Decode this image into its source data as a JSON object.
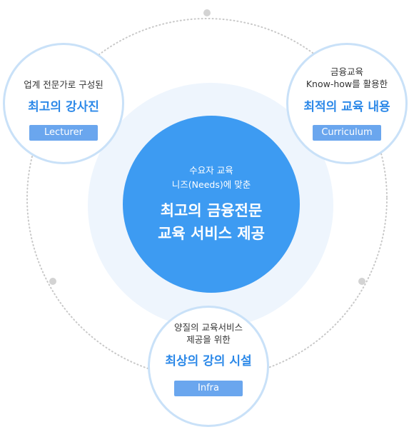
{
  "center": {
    "subtitle_line1": "수요자 교육",
    "subtitle_line2": "니즈(Needs)에 맞춘",
    "title_line1": "최고의 금융전문",
    "title_line2": "교육 서비스 제공"
  },
  "nodes": {
    "lecturer": {
      "subtitle_line1": "업계 전문가로 구성된",
      "title": "최고의 강사진",
      "button_label": "Lecturer"
    },
    "curriculum": {
      "subtitle_line1": "금융교육",
      "subtitle_line2": "Know-how를 활용한",
      "title": "최적의 교육 내용",
      "button_label": "Curriculum"
    },
    "infra": {
      "subtitle_line1": "양질의 교육서비스",
      "subtitle_line2": "제공을 위한",
      "title": "최상의 강의 시설",
      "button_label": "Infra"
    }
  },
  "colors": {
    "center_fill": "#3d9bf2",
    "halo_fill": "#eef5fd",
    "node_border": "#c9e1f8",
    "title_text": "#2b88e8",
    "button_fill": "#6aa6ee",
    "dotted_ring": "#c8c8c8"
  }
}
